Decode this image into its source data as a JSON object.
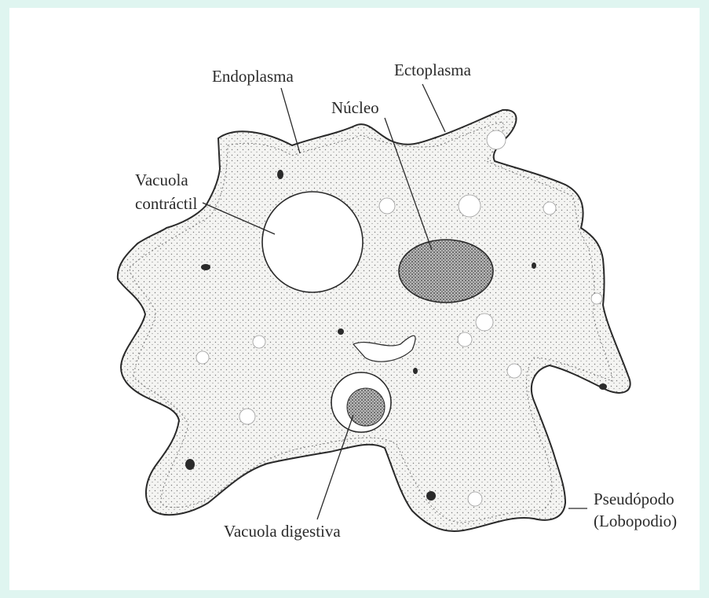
{
  "labels": {
    "endoplasma": "Endoplasma",
    "ectoplasma": "Ectoplasma",
    "nucleo": "Núcleo",
    "vacuola_contractil_line1": "Vacuola",
    "vacuola_contractil_line2": "contráctil",
    "vacuola_digestiva": "Vacuola digestiva",
    "pseudopodo_line1": "Pseudópodo",
    "pseudopodo_line2": "(Lobopodio)"
  },
  "colors": {
    "background": "#dff5f0",
    "paper": "#ffffff",
    "ink": "#2a2a2a",
    "cytoplasm": "#f2f2f0",
    "nucleus": "#8a8a8a"
  }
}
